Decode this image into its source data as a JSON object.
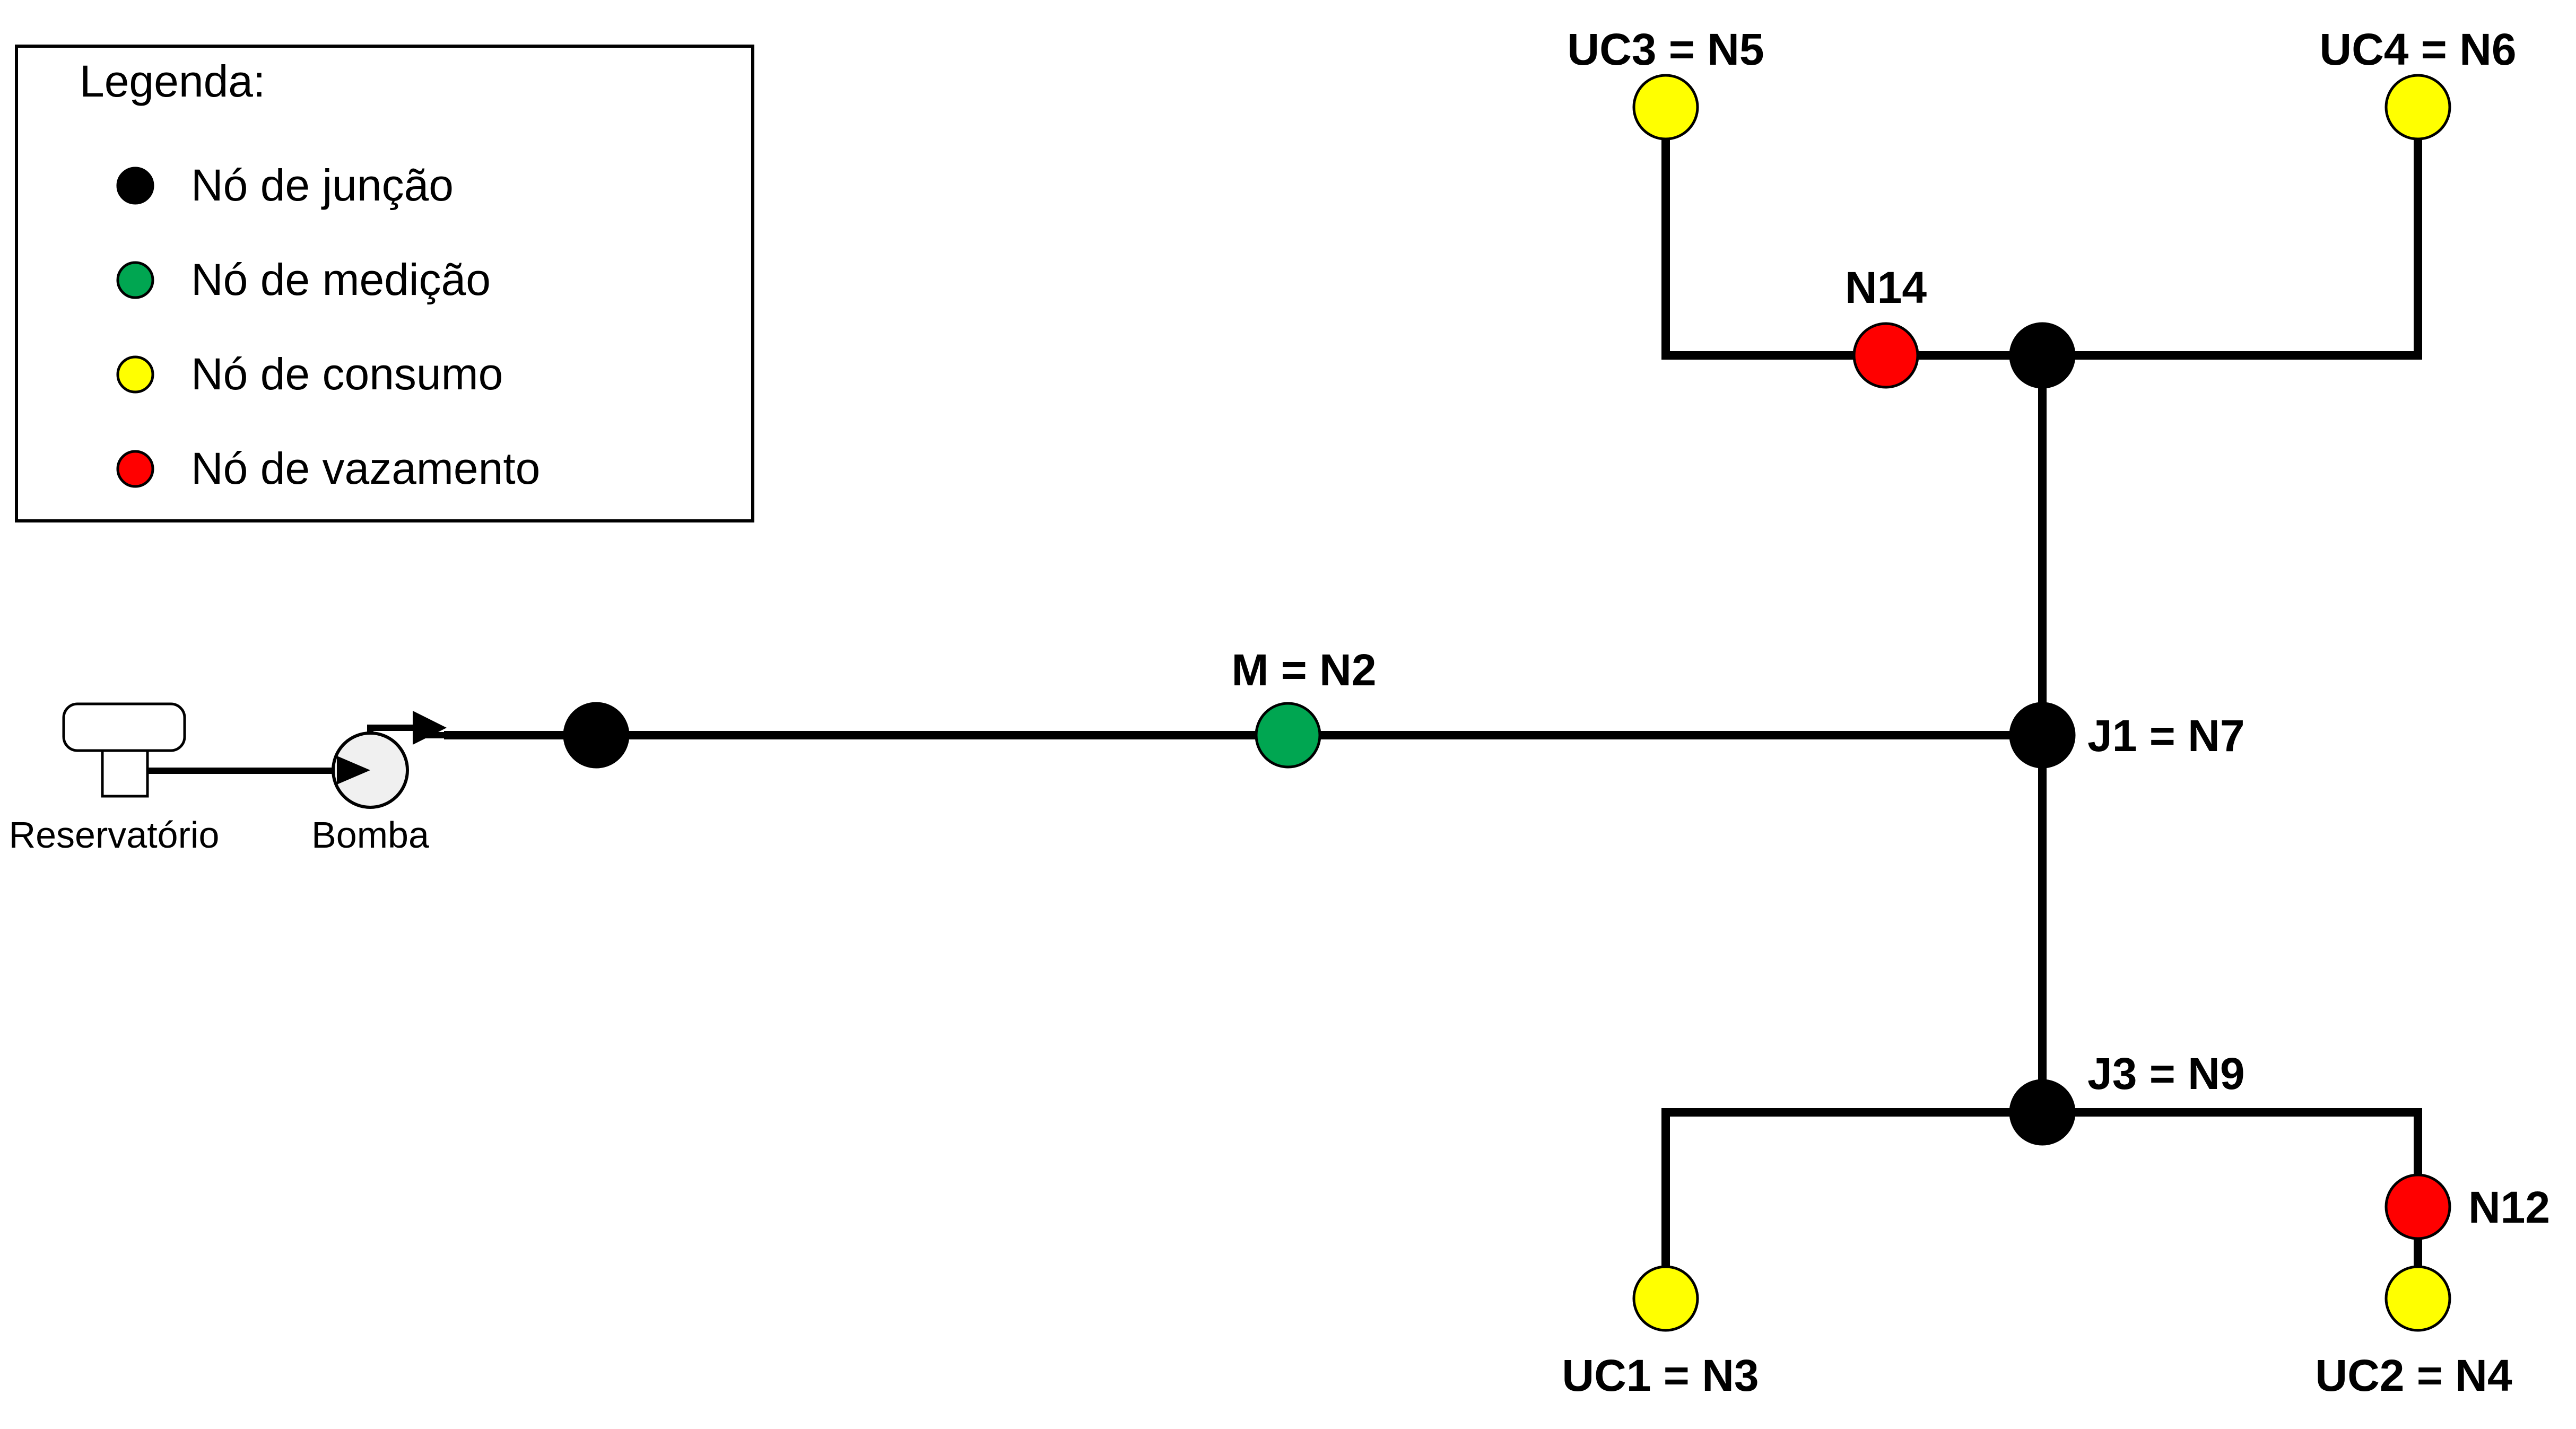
{
  "legend": {
    "title": "Legenda:",
    "items": [
      {
        "label": "Nó de junção",
        "color": "#000000"
      },
      {
        "label": "Nó de medição",
        "color": "#00A651"
      },
      {
        "label": "Nó de consumo",
        "color": "#FFFF00"
      },
      {
        "label": "Nó de vazamento",
        "color": "#FF0000"
      }
    ]
  },
  "components": {
    "reservoir_label": "Reservatório",
    "pump_label": "Bomba"
  },
  "nodes": {
    "m": {
      "label": "M = N2",
      "color": "#00A651"
    },
    "j1": {
      "label": "J1 = N7",
      "color": "#000000"
    },
    "j3": {
      "label": "J3 = N9",
      "color": "#000000"
    },
    "top_junction": {
      "label": "",
      "color": "#000000"
    },
    "first_junction": {
      "label": "",
      "color": "#000000"
    },
    "n14": {
      "label": "N14",
      "color": "#FF0000"
    },
    "n12": {
      "label": "N12",
      "color": "#FF0000"
    },
    "uc1": {
      "label": "UC1 = N3",
      "color": "#FFFF00"
    },
    "uc2": {
      "label": "UC2 = N4",
      "color": "#FFFF00"
    },
    "uc3": {
      "label": "UC3 = N5",
      "color": "#FFFF00"
    },
    "uc4": {
      "label": "UC4 = N6",
      "color": "#FFFF00"
    }
  },
  "colors": {
    "pipe": "#000000",
    "pump_fill": "#F0F0F0",
    "reservoir_fill": "#FFFFFF"
  }
}
